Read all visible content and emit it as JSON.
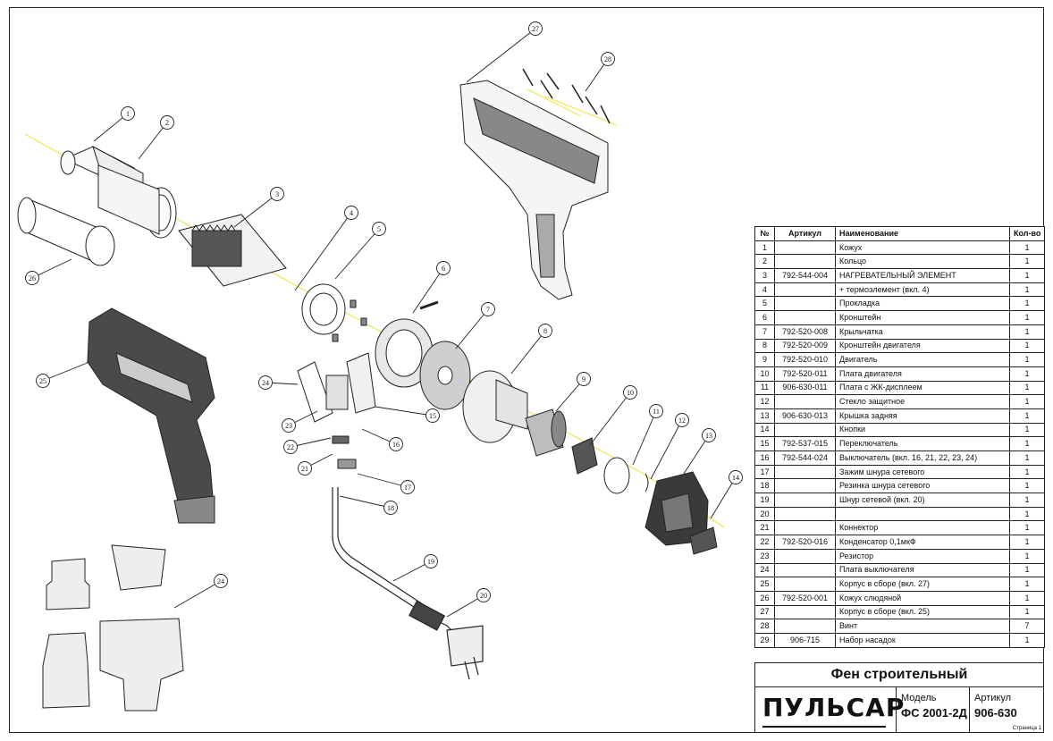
{
  "callouts": [
    "1",
    "2",
    "3",
    "4",
    "5",
    "6",
    "7",
    "8",
    "9",
    "10",
    "11",
    "12",
    "13",
    "14",
    "15",
    "16",
    "17",
    "18",
    "19",
    "20",
    "21",
    "22",
    "23",
    "24",
    "24",
    "25",
    "26",
    "27",
    "28"
  ],
  "table": {
    "headers": [
      "№",
      "Артикул",
      "Наименование",
      "Кол-во"
    ],
    "rows": [
      [
        "1",
        "",
        "Кожух",
        "1"
      ],
      [
        "2",
        "",
        "Кольцо",
        "1"
      ],
      [
        "3",
        "792-544-004",
        "НАГРЕВАТЕЛЬНЫЙ ЭЛЕМЕНТ",
        "1"
      ],
      [
        "4",
        "",
        "+ термоэлемент (вкл. 4)",
        "1"
      ],
      [
        "5",
        "",
        "Прокладка",
        "1"
      ],
      [
        "6",
        "",
        "Кронштейн",
        "1"
      ],
      [
        "7",
        "792-520-008",
        "Крыльчатка",
        "1"
      ],
      [
        "8",
        "792-520-009",
        "Кронштейн двигателя",
        "1"
      ],
      [
        "9",
        "792-520-010",
        "Двигатель",
        "1"
      ],
      [
        "10",
        "792-520-011",
        "Плата двигателя",
        "1"
      ],
      [
        "11",
        "906-630-011",
        "Плата с ЖК-дисплеем",
        "1"
      ],
      [
        "12",
        "",
        "Стекло защитное",
        "1"
      ],
      [
        "13",
        "906-630-013",
        "Крышка задняя",
        "1"
      ],
      [
        "14",
        "",
        "Кнопки",
        "1"
      ],
      [
        "15",
        "792-537-015",
        "Переключатель",
        "1"
      ],
      [
        "16",
        "792-544-024",
        "Выключатель (вкл. 16, 21, 22, 23, 24)",
        "1"
      ],
      [
        "17",
        "",
        "Зажим шнура сетевого",
        "1"
      ],
      [
        "18",
        "",
        "Резинка шнура сетевого",
        "1"
      ],
      [
        "19",
        "",
        "Шнур сетевой (вкл. 20)",
        "1"
      ],
      [
        "20",
        "",
        "",
        "1"
      ],
      [
        "21",
        "",
        "Коннектор",
        "1"
      ],
      [
        "22",
        "792-520-016",
        "Конденсатор 0,1мкФ",
        "1"
      ],
      [
        "23",
        "",
        "Резистор",
        "1"
      ],
      [
        "24",
        "",
        "Плата выключателя",
        "1"
      ],
      [
        "25",
        "",
        "Корпус в сборе (вкл. 27)",
        "1"
      ],
      [
        "26",
        "792-520-001",
        "Кожух слюдяной",
        "1"
      ],
      [
        "27",
        "",
        "Корпус в сборе (вкл. 25)",
        "1"
      ],
      [
        "28",
        "",
        "Винт",
        "7"
      ],
      [
        "29",
        "906-715",
        "Набор насадок",
        "1"
      ]
    ]
  },
  "title_block": {
    "title": "Фен строительный",
    "brand": "ПУЛЬСАР",
    "model_label": "Модель",
    "model_value": "ФС 2001-2Д",
    "article_label": "Артикул",
    "article_value": "906-630",
    "page_note": "Страница 1"
  }
}
